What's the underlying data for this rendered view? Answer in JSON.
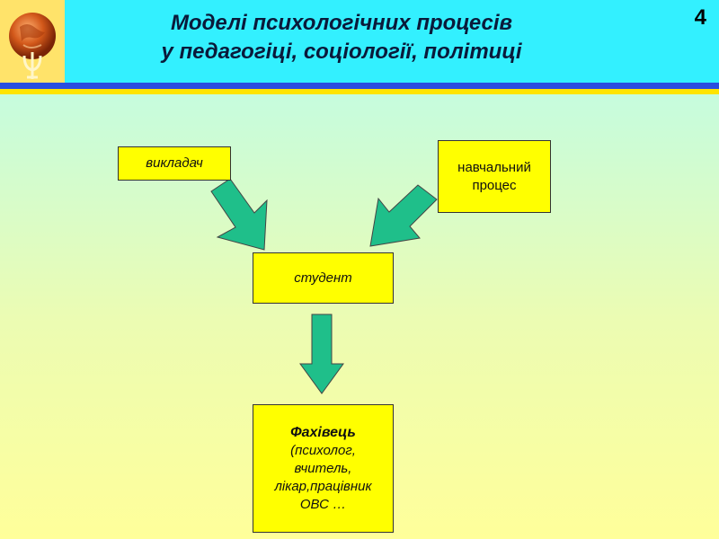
{
  "header": {
    "title_line1": "Моделі психологічних процесів",
    "title_line2": "у педагогіці, соціології, політиці",
    "slide_number": "4"
  },
  "logo": {
    "icon": "globe-psi-logo-icon"
  },
  "diagram": {
    "teacher": "викладач",
    "process_line1": "навчальний",
    "process_line2": "процес",
    "student": "студент",
    "specialist_title": "Фахівець",
    "specialist_line1": "(психолог,",
    "specialist_line2": "вчитель,",
    "specialist_line3": "лікар,працівник",
    "specialist_line4": "ОВС …"
  },
  "colors": {
    "box_fill": "#ffff00",
    "arrow_fill": "#1fbf8a",
    "header_bg": "#33f0ff",
    "stripe_blue": "#2a4fe0",
    "stripe_yellow": "#ffe400"
  }
}
